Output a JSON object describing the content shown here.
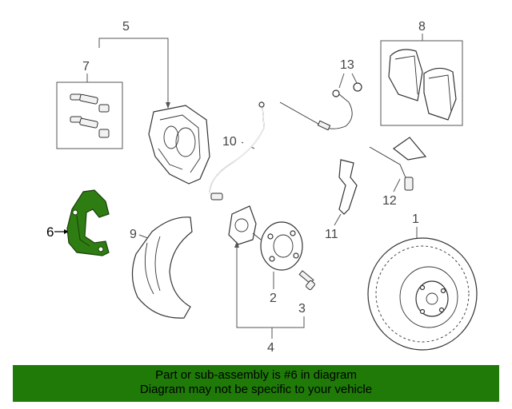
{
  "diagram": {
    "highlight_color": "#2e7d12",
    "callouts": {
      "c1": "1",
      "c2": "2",
      "c3": "3",
      "c4": "4",
      "c5": "5",
      "c6": "6",
      "c7": "7",
      "c8": "8",
      "c9": "9",
      "c10": "10",
      "c11": "11",
      "c12": "12",
      "c13": "13"
    }
  },
  "banner": {
    "line1": "Part or sub-assembly is #6 in diagram",
    "line2": "Diagram may not be specific to your vehicle",
    "background": "#1f7a08"
  }
}
